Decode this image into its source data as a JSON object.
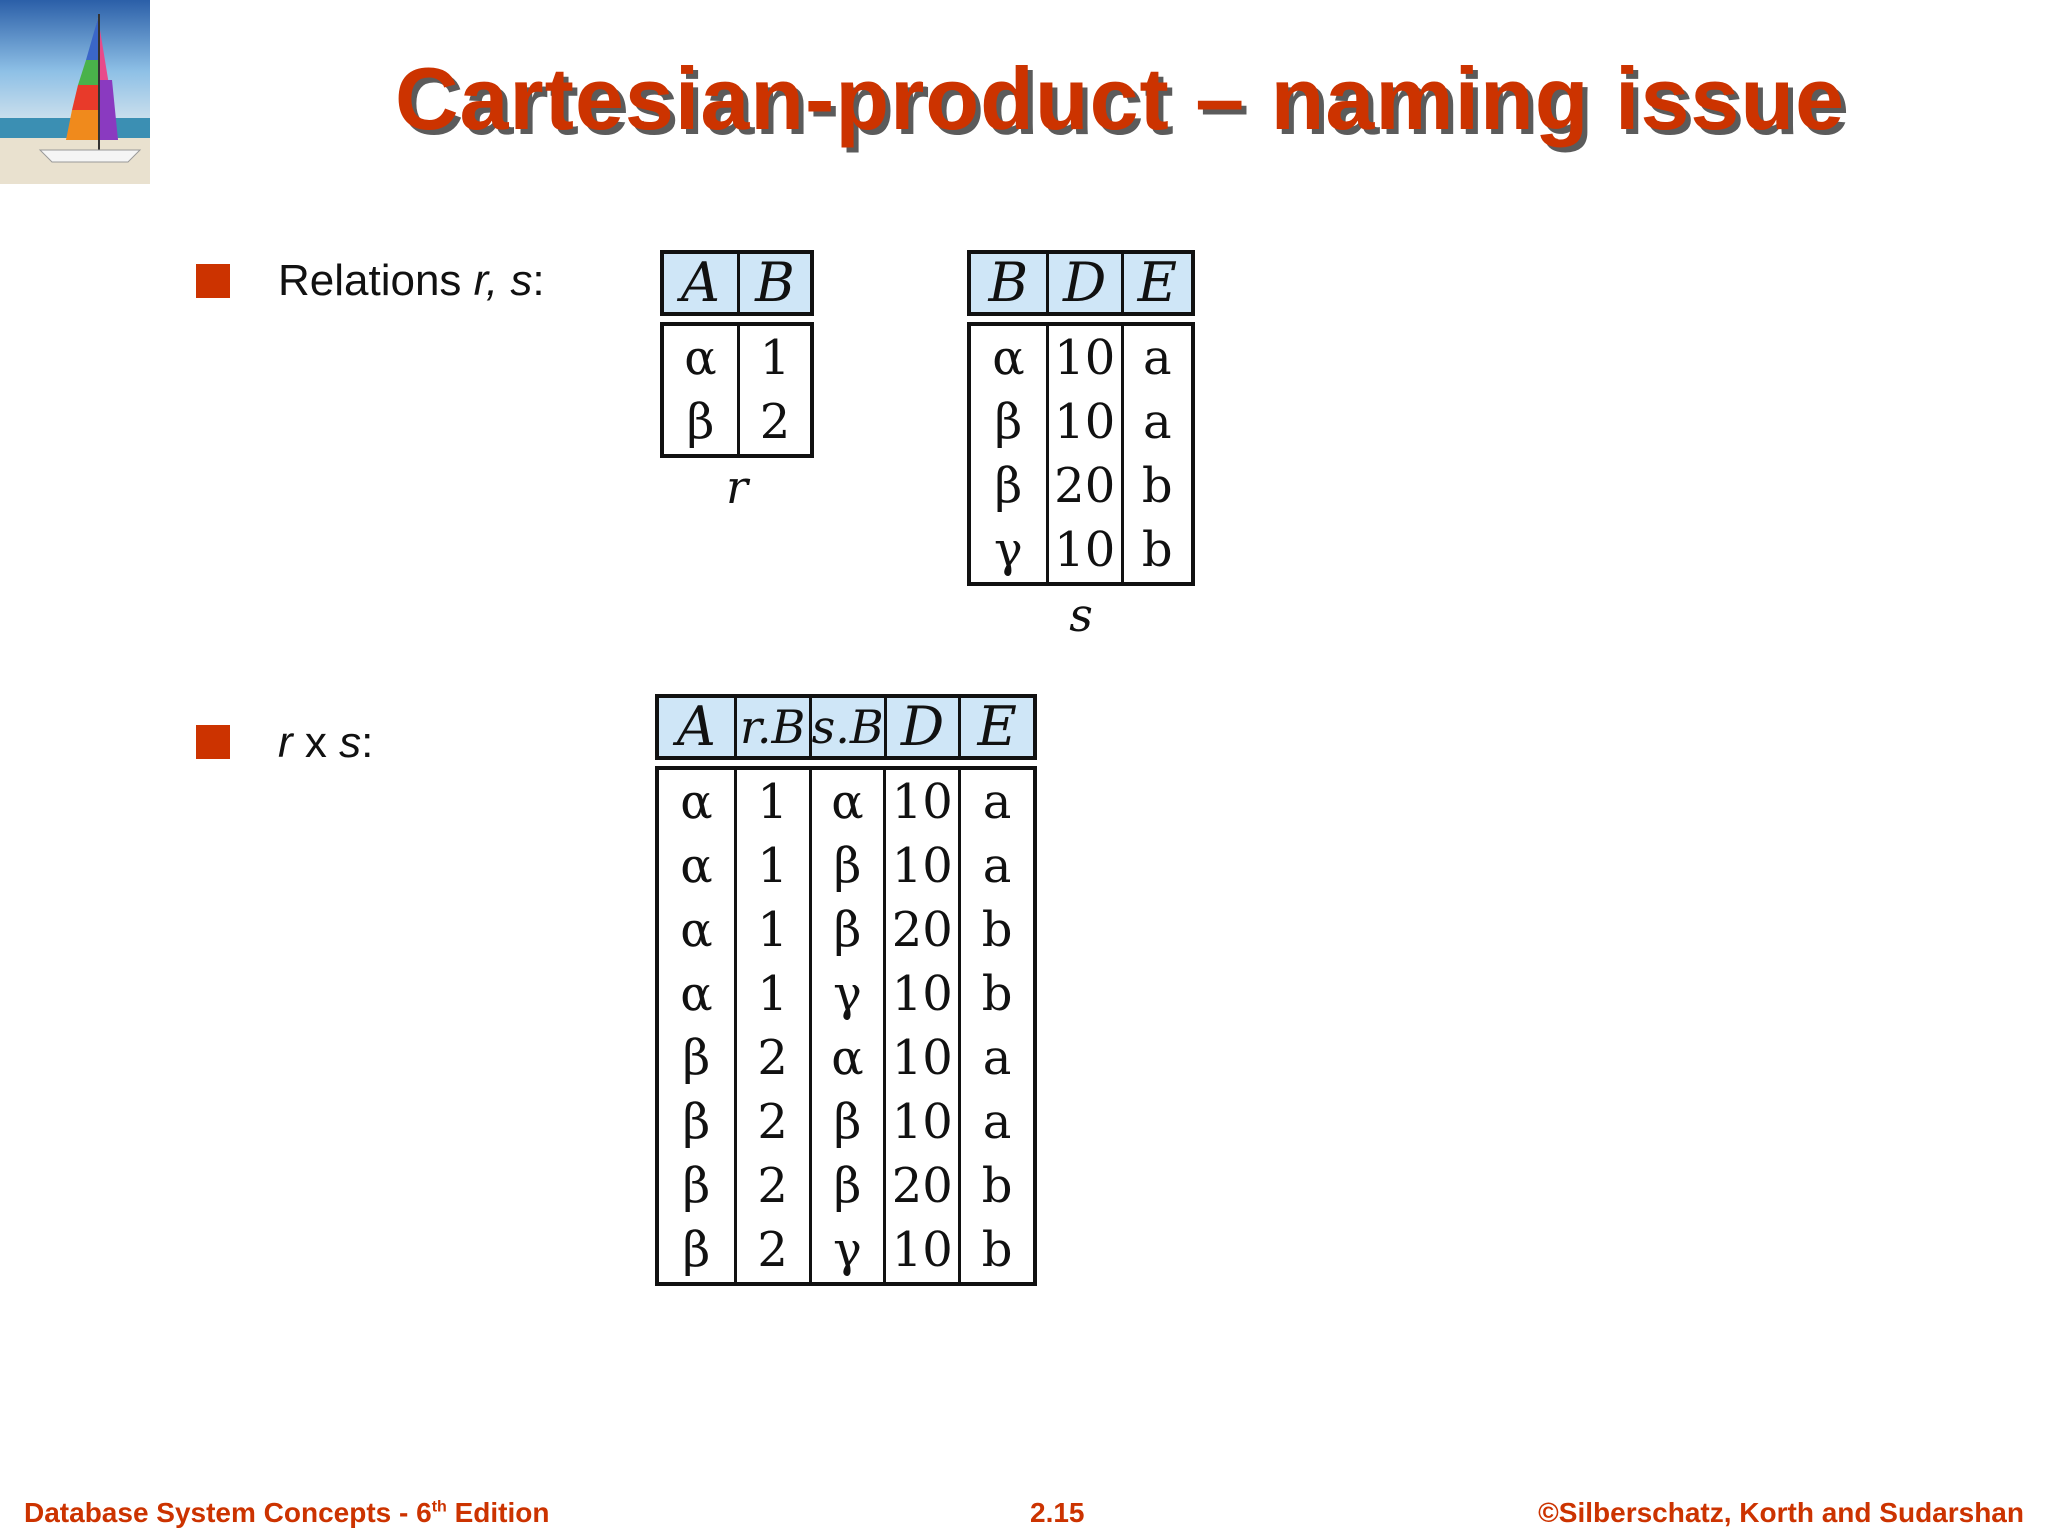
{
  "title": "Cartesian-product – naming issue",
  "bullets": [
    {
      "prefix": "Relations ",
      "vars": "r, s",
      "suffix": ":"
    },
    {
      "var1": "r",
      "op": " x ",
      "var2": "s",
      "suffix": ":"
    }
  ],
  "relation_r": {
    "caption": "r",
    "columns": [
      "A",
      "B"
    ],
    "rows": [
      [
        "α",
        "1"
      ],
      [
        "β",
        "2"
      ]
    ]
  },
  "relation_s": {
    "caption": "s",
    "columns": [
      "B",
      "D",
      "E"
    ],
    "rows": [
      [
        "α",
        "10",
        "a"
      ],
      [
        "β",
        "10",
        "a"
      ],
      [
        "β",
        "20",
        "b"
      ],
      [
        "γ",
        "10",
        "b"
      ]
    ]
  },
  "relation_rxs": {
    "columns": [
      "A",
      "r.B",
      "s.B",
      "D",
      "E"
    ],
    "rows": [
      [
        "α",
        "1",
        "α",
        "10",
        "a"
      ],
      [
        "α",
        "1",
        "β",
        "10",
        "a"
      ],
      [
        "α",
        "1",
        "β",
        "20",
        "b"
      ],
      [
        "α",
        "1",
        "γ",
        "10",
        "b"
      ],
      [
        "β",
        "2",
        "α",
        "10",
        "a"
      ],
      [
        "β",
        "2",
        "β",
        "10",
        "a"
      ],
      [
        "β",
        "2",
        "β",
        "20",
        "b"
      ],
      [
        "β",
        "2",
        "γ",
        "10",
        "b"
      ]
    ]
  },
  "footer": {
    "left_pre": "Database System Concepts - 6",
    "left_sup": "th",
    "left_post": " Edition",
    "center": "2.15",
    "right": "©Silberschatz, Korth and Sudarshan"
  },
  "colors": {
    "accent": "#cc3300",
    "header_fill": "#cfe6f7"
  },
  "icons": {
    "logo": "sailboat-logo"
  }
}
